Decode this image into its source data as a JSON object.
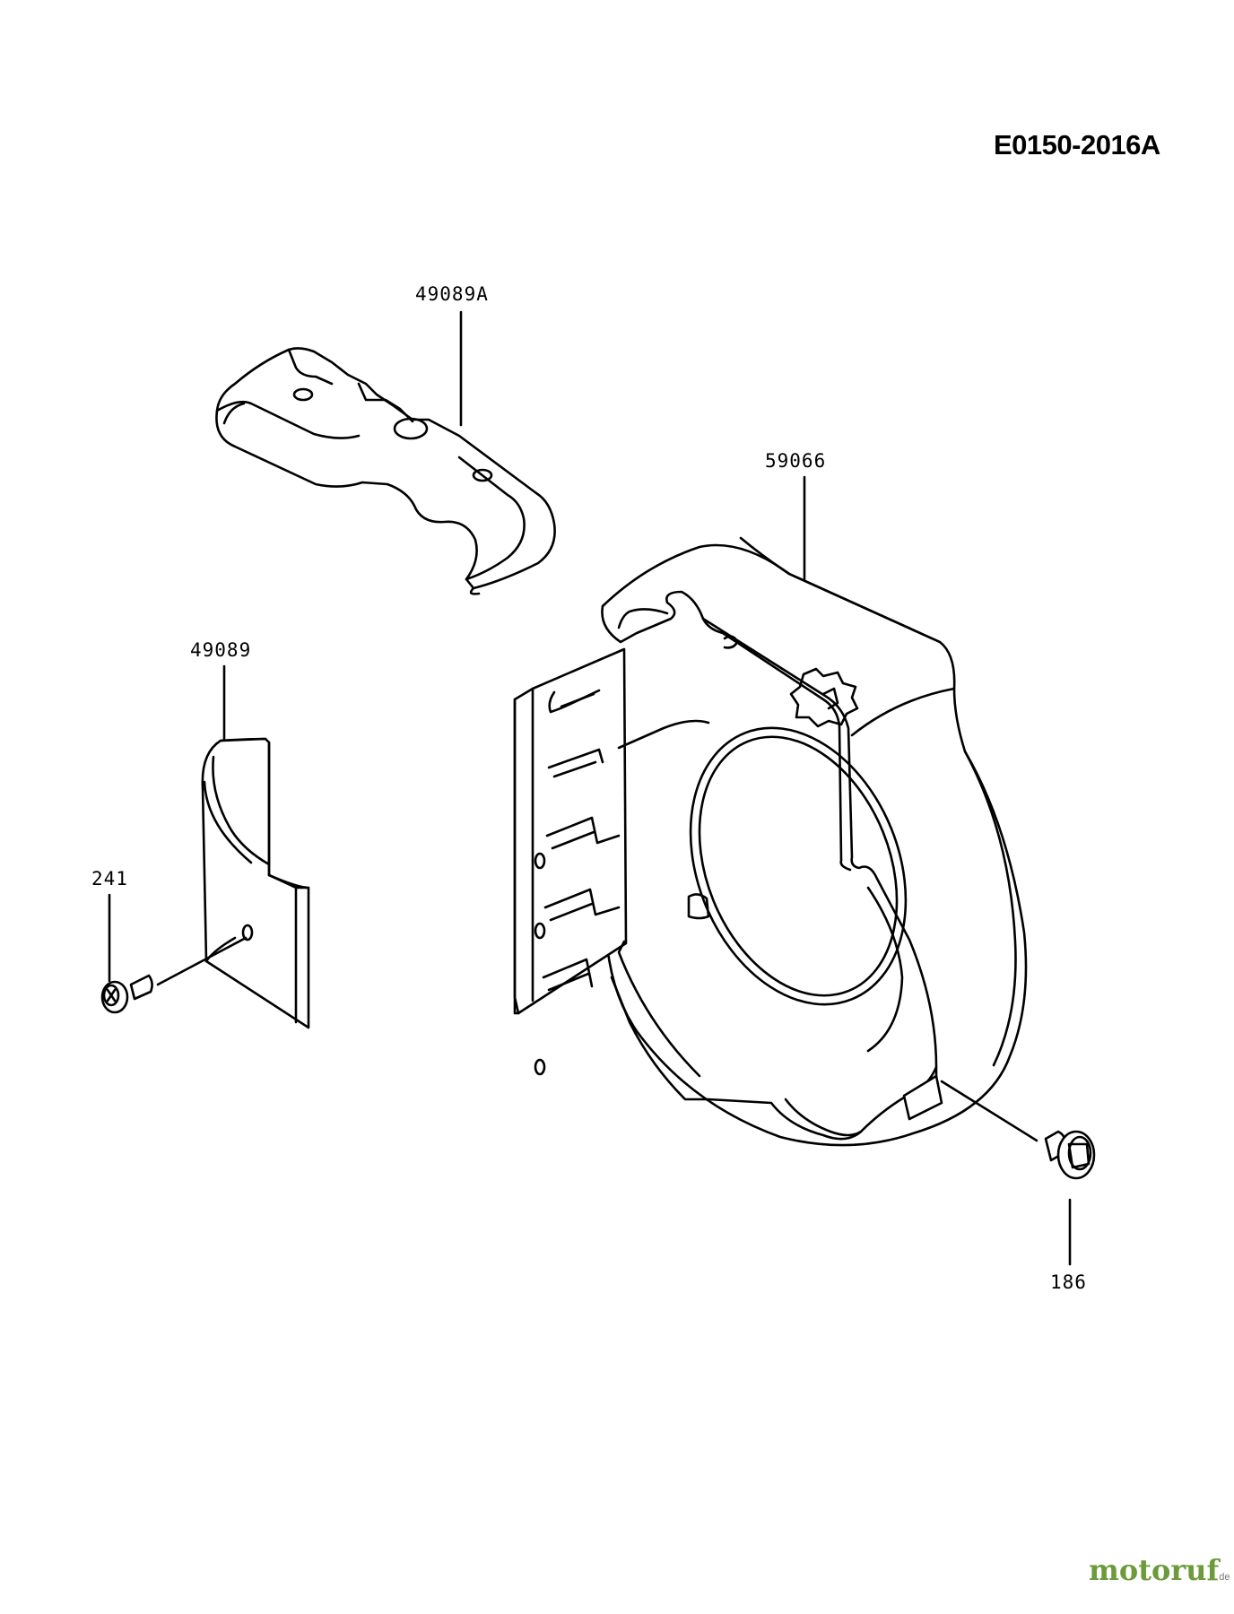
{
  "diagram_code": "E0150-2016A",
  "parts": [
    {
      "number": "49089A",
      "name_icon": "cover-bracket"
    },
    {
      "number": "59066",
      "name_icon": "blower-housing"
    },
    {
      "number": "49089",
      "name_icon": "side-cover-plate"
    },
    {
      "number": "241",
      "name_icon": "screw"
    },
    {
      "number": "186",
      "name_icon": "bolt"
    }
  ],
  "watermark": {
    "brand": "motoruf",
    "suffix": "de"
  },
  "colors": {
    "line": "#000000",
    "background": "#ffffff",
    "watermark_green": "#6d9a3a",
    "watermark_dot": "#d76a2a"
  }
}
